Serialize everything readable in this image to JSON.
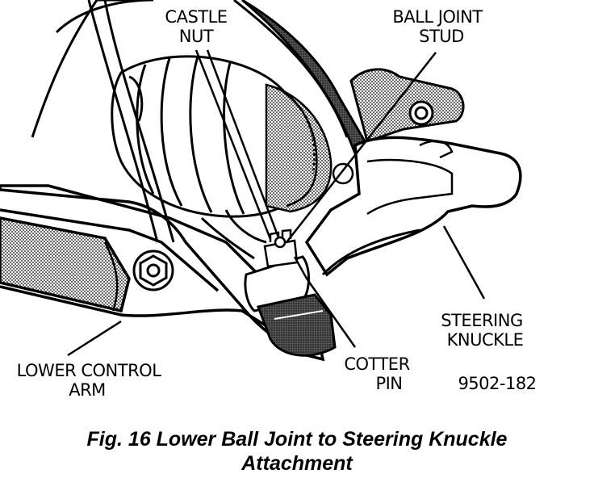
{
  "labels": {
    "castle_nut": [
      "CASTLE",
      "NUT"
    ],
    "ball_joint_stud": [
      "BALL JOINT",
      "STUD"
    ],
    "steering_knuckle": [
      "STEERING",
      "KNUCKLE"
    ],
    "lower_control_arm": [
      "LOWER CONTROL",
      "ARM"
    ],
    "cotter_pin": [
      "COTTER",
      "PIN"
    ],
    "figure_code": "9502-182"
  },
  "caption": {
    "line1": "Fig. 16 Lower Ball Joint to Steering Knuckle",
    "line2": "Attachment"
  }
}
